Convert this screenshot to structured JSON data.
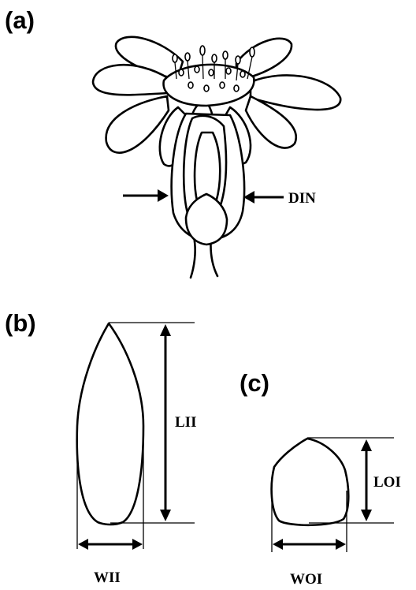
{
  "panels": {
    "a": {
      "letter": "(a)",
      "label": "DIN"
    },
    "b": {
      "letter": "(b)",
      "length_label": "LII",
      "width_label": "WII"
    },
    "c": {
      "letter": "(c)",
      "length_label": "LOI",
      "width_label": "WOI"
    }
  },
  "colors": {
    "ink": "#000000",
    "background": "#ffffff"
  }
}
